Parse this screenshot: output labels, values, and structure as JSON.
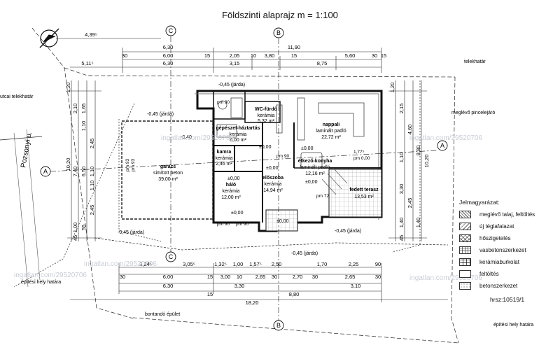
{
  "title": "Földszinti alaprajz m = 1:100",
  "watermark": "ingatlan.com/29520706",
  "hrsz": "hrsz:10519/1",
  "legend": {
    "title": "Jelmagyarázat:",
    "items": [
      "meglévő talaj, feltöltés",
      "új téglafalazat",
      "hőszigetelés",
      "vasbetonszerkezet",
      "kerámiaburkolat",
      "feltöltés",
      "betonszerkezet"
    ]
  },
  "axis_marks": {
    "c": "C",
    "b": "B",
    "a": "A"
  },
  "site_labels": {
    "telekhatar": "telekhatár",
    "utcai_telekhatar": "utcai telekhatár",
    "meglevo_pincelejaro": "meglévő pincelejáró",
    "pozsonyi": "Pozsonyi u.",
    "epitesi_hely_hatara_left": "építési hely határa",
    "epitesi_hely_hatara_right": "építési hely határa",
    "bontando": "bontandó épület"
  },
  "levels": {
    "jarda1": "-0,45 (járda)",
    "jarda2": "-0,45 (járda)",
    "jarda3": "-0,45 (járda)",
    "jarda4": "-0,45 (járda)",
    "jarda5": "-0,45 (járda)",
    "minus040": "-0,40",
    "zero1": "±0,00",
    "zero2": "±0,00",
    "zero3": "±0,00",
    "zero4": "±0,00",
    "zero5": "±0,00",
    "zero6": "±0,00",
    "zero7": "±0,00"
  },
  "rooms": [
    {
      "name": "WC-fürdő",
      "floor": "kerámia",
      "area": "5,32 m²"
    },
    {
      "name": "gépészet-háztartás",
      "floor": "kerámia",
      "area": "8,00 m²"
    },
    {
      "name": "kamra",
      "floor": "kerámia",
      "area": "2,46 m²"
    },
    {
      "name": "nappali",
      "floor": "laminált padló",
      "area": "22,72 m²"
    },
    {
      "name": "garázs",
      "floor": "simított beton",
      "area": "39,00 m²"
    },
    {
      "name": "étkező-konyha",
      "floor": "laminált padló",
      "area": "12,16 m²"
    },
    {
      "name": "háló",
      "floor": "kerámia",
      "area": "12,00 m²"
    },
    {
      "name": "előszoba",
      "floor": "kerámia",
      "area": "14,94 m²"
    },
    {
      "name": "fedett terasz",
      "floor": "",
      "area": "13,53 m²"
    }
  ],
  "dims_top": {
    "row1": [
      "4,39⁵"
    ],
    "row2": [
      "6,30",
      "11,90"
    ],
    "row3": [
      "30",
      "6,00",
      "15",
      "2,05",
      "10",
      "3,80",
      "15",
      "5,60",
      "30",
      "15"
    ],
    "row4": [
      "5,11⁵",
      "6,30",
      "3,15",
      "8,75"
    ]
  },
  "dims_bottom": {
    "row1": [
      "3,24⁵",
      "3,05⁵",
      "1,32⁵",
      "1,00",
      "1,57⁵",
      "2,50",
      "1,70",
      "2,25",
      "90"
    ],
    "row2": [
      "30",
      "6,00",
      "15",
      "3,00",
      "10",
      "2,65",
      "30",
      "2,70",
      "30",
      "2,65",
      "30"
    ],
    "row3": [
      "6,30",
      "3,30",
      "3,10"
    ],
    "row4": [
      "15",
      "8,80"
    ],
    "row5": [
      "18,20"
    ]
  },
  "dims_left": [
    "1,20",
    "2,10",
    "1,65",
    "1,10",
    "2,45",
    "7,40",
    "10,20",
    "6,50",
    "1,10",
    "1,10",
    "2,45",
    "1,00",
    "55",
    "45"
  ],
  "dims_right": [
    "1,20",
    "2,15",
    "4,60",
    "8,80",
    "10,20",
    "1,10",
    "3,30",
    "2,45",
    "1,40",
    "1,40",
    "45"
  ],
  "door_labels": [
    "pm 90",
    "pm 90",
    "pm 90",
    "pm 90",
    "pm 0,00",
    "1,77⁵",
    "pm 93",
    "pm 93",
    "pm 72"
  ]
}
